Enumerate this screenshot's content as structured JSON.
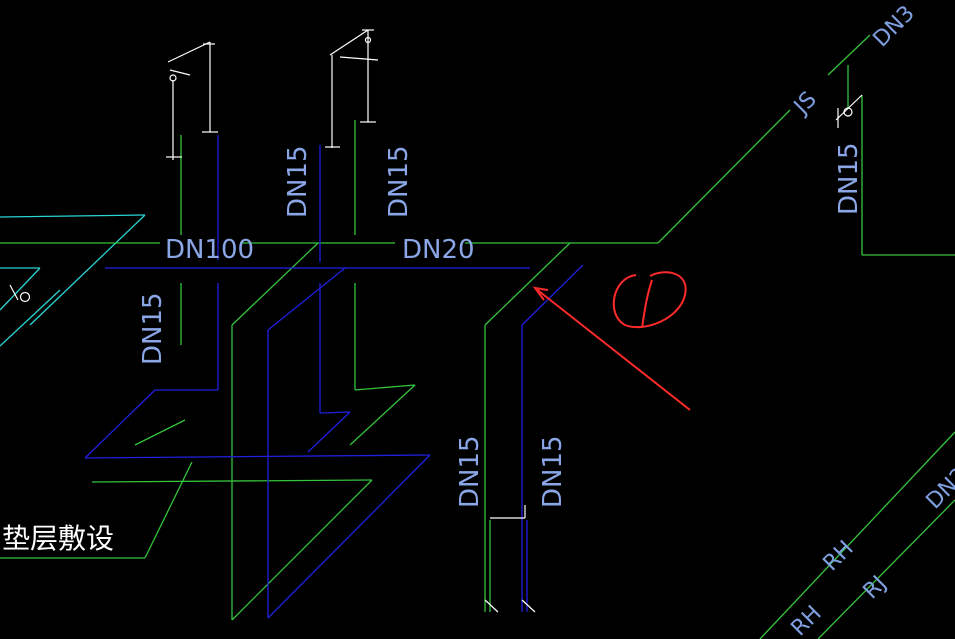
{
  "labels": {
    "dn100": "DN100",
    "dn20": "DN20",
    "dn15_top_a": "DN15",
    "dn15_top_b": "DN15",
    "dn15_right": "DN15",
    "dn15_left": "DN15",
    "dn15_lower_a": "DN15",
    "dn15_lower_b": "DN15",
    "dn_top_right": "DN3",
    "dn_bottom_right": "DN2",
    "js": "JS",
    "rh_a": "RH",
    "rh_b": "RH",
    "rj": "RJ",
    "cushion": "垫层敷设"
  },
  "colors": {
    "water_supply": "#35c43c",
    "hot_water": "#2020e0",
    "fixture": "#ffffff",
    "cyan": "#2ad4d4",
    "annotation_red": "#ff2a2a",
    "label_blue": "#8aa6e6"
  }
}
